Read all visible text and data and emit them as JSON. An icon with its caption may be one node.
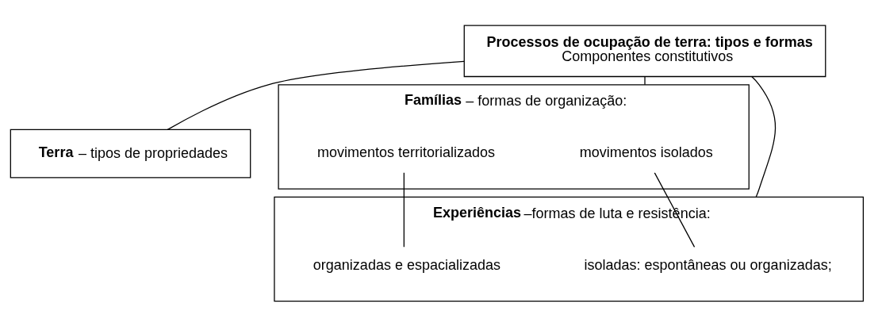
{
  "diagram": {
    "nodes": [
      {
        "text": [
          "Processos de ocupação de terra: tipos e formas",
          "Componentes constitutivos"
        ]
      },
      {
        "text": [
          "**Terra** – tipos de propriedades"
        ]
      },
      {
        "text": [
          "**Famílias** – formas de organização:"
        ]
      },
      {
        "text": [
          "movimentos isolados"
        ],
        "in": 2
      },
      {
        "text": [
          "movimentos territorializados"
        ],
        "in": 2
      },
      {
        "text": [
          "**Experiências** –formas de luta e resistência:"
        ]
      },
      {
        "text": [
          "isoladas: espontâneas ou organizadas;"
        ],
        "in": 5
      },
      {
        "text": [
          "organizadas e espacializadas"
        ],
        "in": 5
      }
    ],
    "edges": [
      {
        "from": 0,
        "to": 1,
        "arrow": "none"
      },
      {
        "from": 0,
        "to": 2,
        "arrow": "none"
      },
      {
        "from": 0,
        "to": 5,
        "arrow": "none"
      },
      {
        "from": 3,
        "to": 6,
        "arrow": "none"
      },
      {
        "from": 4,
        "to": 7,
        "arrow": "none"
      }
    ]
  }
}
